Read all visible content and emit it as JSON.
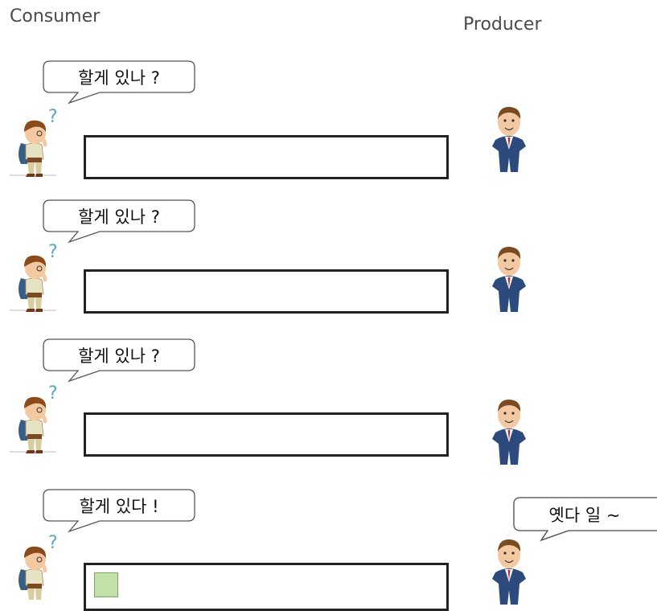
{
  "headers": {
    "consumer": "Consumer",
    "producer": "Producer"
  },
  "rows": [
    {
      "consumer_says": "할게 있나 ?",
      "producer_says": "",
      "queue_items": 0
    },
    {
      "consumer_says": "할게 있나 ?",
      "producer_says": "",
      "queue_items": 0
    },
    {
      "consumer_says": "할게 있나 ?",
      "producer_says": "",
      "queue_items": 0
    },
    {
      "consumer_says": "할게 있다 !",
      "producer_says": "옛다 일 ~",
      "queue_items": 1
    }
  ],
  "colors": {
    "queue_item_fill": "#c3e0a9",
    "queue_border": "#222222"
  },
  "icons": {
    "consumer": "thinking-boy-icon",
    "producer": "businessman-icon",
    "question": "question-mark-icon"
  }
}
